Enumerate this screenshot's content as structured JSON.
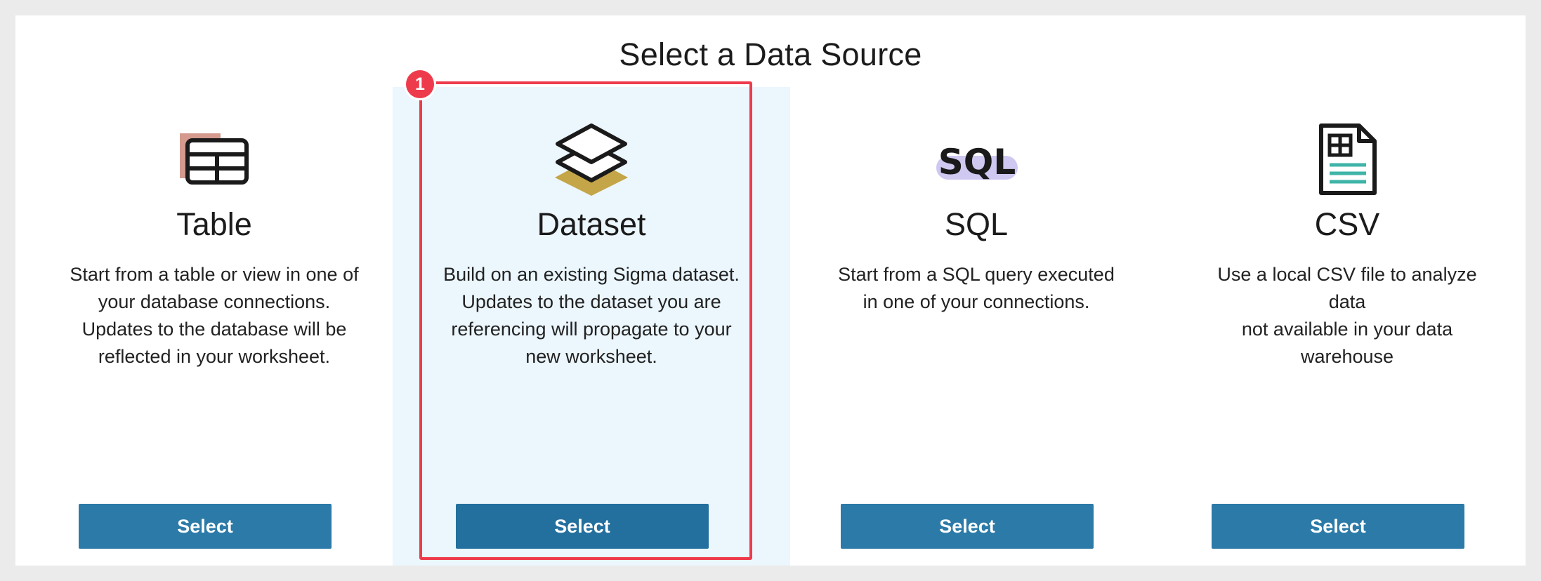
{
  "dialog": {
    "title": "Select a Data Source"
  },
  "sources": [
    {
      "icon": "table-icon",
      "title": "Table",
      "description": "Start from a table or view in one of\nyour database connections.\nUpdates to the database will be\nreflected in your worksheet.",
      "button_label": "Select"
    },
    {
      "icon": "layers-icon",
      "title": "Dataset",
      "description": "Build on an existing Sigma dataset.\nUpdates to the dataset you are\nreferencing will propagate to your\nnew worksheet.",
      "button_label": "Select",
      "selected": true
    },
    {
      "icon": "sql-icon",
      "icon_text": "SQL",
      "title": "SQL",
      "description": "Start from a SQL query executed\nin one of your connections.",
      "button_label": "Select"
    },
    {
      "icon": "csv-file-icon",
      "title": "CSV",
      "description": "Use a local CSV file to analyze data\nnot available in your data\nwarehouse",
      "button_label": "Select"
    }
  ],
  "annotation": {
    "step_number": "1"
  },
  "colors": {
    "button": "#2b7aa8",
    "selected_bg": "#ebf6fd",
    "highlight": "#ee3b4c",
    "table_icon_accent": "#d49a8e",
    "dataset_icon_accent": "#c4a547",
    "sql_icon_accent": "#cfc8f0",
    "csv_icon_accent": "#3fb4a8"
  }
}
